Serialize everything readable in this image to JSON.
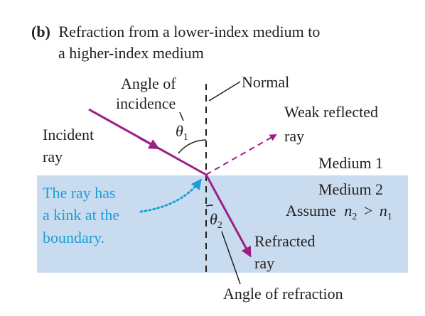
{
  "caption": {
    "part_label": "(b)",
    "line1": "Refraction from a lower-index medium to",
    "line2": "a higher-index medium"
  },
  "labels": {
    "angle_of_incidence_line1": "Angle of",
    "angle_of_incidence_line2": "incidence",
    "normal": "Normal",
    "theta1_symbol": "θ",
    "theta1_subscript": "1",
    "weak_reflected_line1": "Weak reflected",
    "weak_reflected_line2": "ray",
    "incident_ray_line1": "Incident",
    "incident_ray_line2": "ray",
    "medium1": "Medium 1",
    "medium2": "Medium 2",
    "assume_prefix": "Assume",
    "n_symbol": "n",
    "n2_subscript": "2",
    "comparison": ">",
    "n1_subscript": "1",
    "kink_line1": "The ray has",
    "kink_line2": "a kink at the",
    "kink_line3": "boundary.",
    "theta2_symbol": "θ",
    "theta2_subscript": "2",
    "refracted_line1": "Refracted",
    "refracted_line2": "ray",
    "angle_of_refraction": "Angle of refraction"
  },
  "colors": {
    "ray": "#9b1f86",
    "medium2_fill": "#c9dcef",
    "annotation_blue": "#1aa0d8",
    "text": "#231f20"
  }
}
